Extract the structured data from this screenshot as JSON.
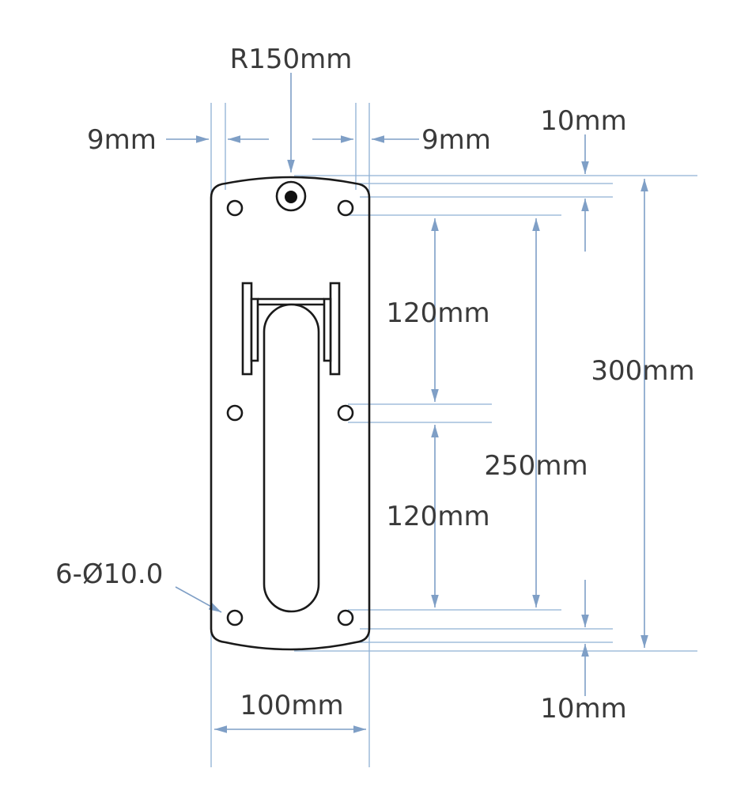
{
  "labels": {
    "radius": "R150mm",
    "left_margin": "9mm",
    "right_margin": "9mm",
    "top_offset": "10mm",
    "bottom_offset": "10mm",
    "spacing_upper": "120mm",
    "spacing_lower": "120mm",
    "hole_span": "250mm",
    "overall_height": "300mm",
    "width": "100mm",
    "holes": "6-Ø10.0"
  },
  "colors": {
    "dimension_line": "#7f9fc6",
    "outline": "#1a1a1a",
    "text": "#3a3a3a"
  }
}
